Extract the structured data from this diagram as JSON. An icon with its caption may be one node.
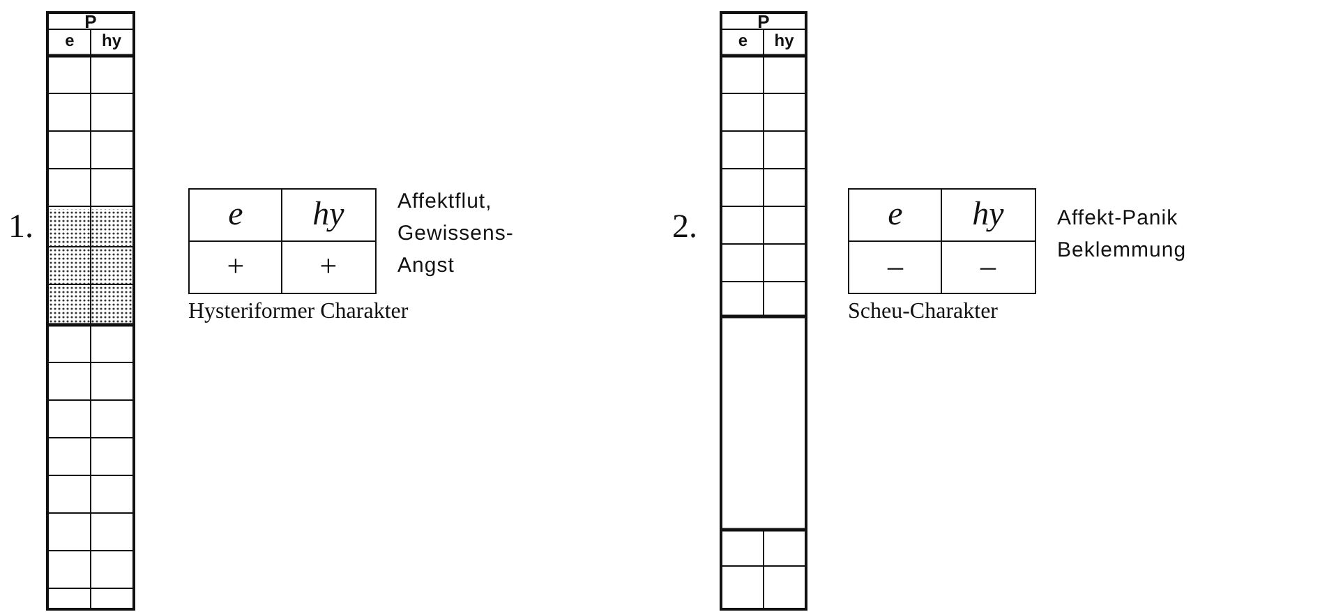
{
  "diagram": {
    "labels": [
      "P",
      "e",
      "hy",
      "1.",
      "e",
      "hy",
      "+",
      "+",
      "Affektflut, Gewissens-Angst",
      "Hysteriformer Charakter",
      "P",
      "e",
      "hy",
      "2.",
      "e",
      "hy",
      "–",
      "–",
      "Affekt-Panik Beklemmung",
      "Scheu-Charakter"
    ]
  }
}
